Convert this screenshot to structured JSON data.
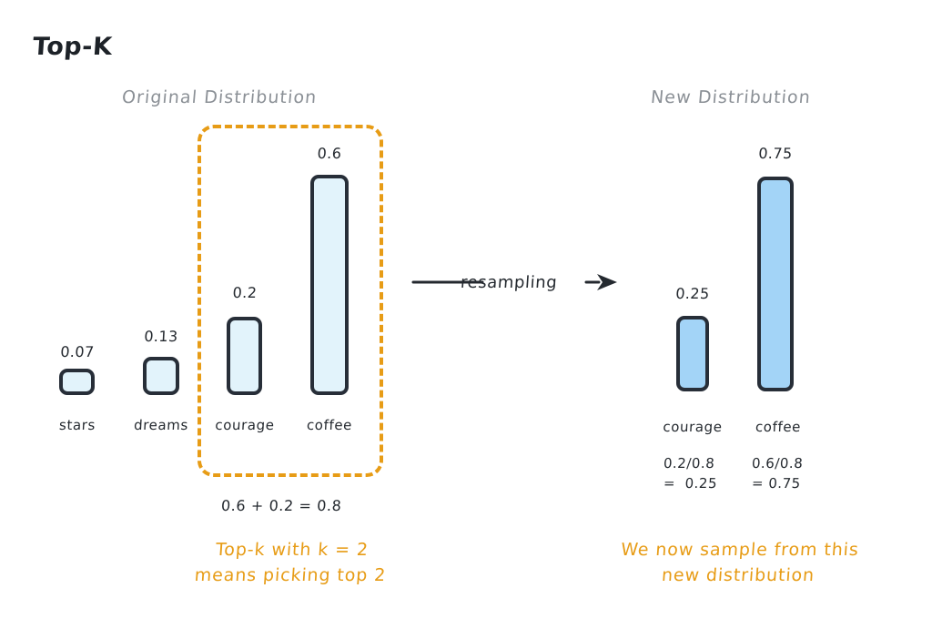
{
  "page": {
    "title": "Top-K",
    "background": "#ffffff"
  },
  "colors": {
    "ink": "#24292f",
    "muted_gray": "#8b9096",
    "accent_orange": "#e79c16",
    "bar_outline": "#272e38",
    "bar_fill_original": "#e2f3fb",
    "bar_fill_resampled": "#a3d4f7"
  },
  "left_panel": {
    "heading": "Original Distribution",
    "sum_text": "0.6 + 0.2 = 0.8",
    "note": "Top-k with k = 2\nmeans picking top 2"
  },
  "right_panel": {
    "heading": "New Distribution",
    "note": "We now sample from this\nnew distribution",
    "calcs": [
      {
        "expr": "0.2/0.8",
        "result": "=  0.25"
      },
      {
        "expr": "0.6/0.8",
        "result": "= 0.75"
      }
    ]
  },
  "arrow": {
    "label": "resampling"
  },
  "chart_data": [
    {
      "type": "bar",
      "title": "Original Distribution",
      "categories": [
        "stars",
        "dreams",
        "courage",
        "coffee"
      ],
      "values": [
        0.07,
        0.13,
        0.2,
        0.6
      ],
      "value_labels": [
        "0.07",
        "0.13",
        "0.2",
        "0.6"
      ],
      "highlighted": [
        "courage",
        "coffee"
      ],
      "xlabel": "",
      "ylabel": "",
      "ylim": [
        0,
        0.62
      ],
      "grid": false,
      "legend": "none"
    },
    {
      "type": "bar",
      "title": "New Distribution",
      "categories": [
        "courage",
        "coffee"
      ],
      "values": [
        0.25,
        0.75
      ],
      "value_labels": [
        "0.25",
        "0.75"
      ],
      "xlabel": "",
      "ylabel": "",
      "ylim": [
        0,
        0.78
      ],
      "grid": false,
      "legend": "none"
    }
  ]
}
